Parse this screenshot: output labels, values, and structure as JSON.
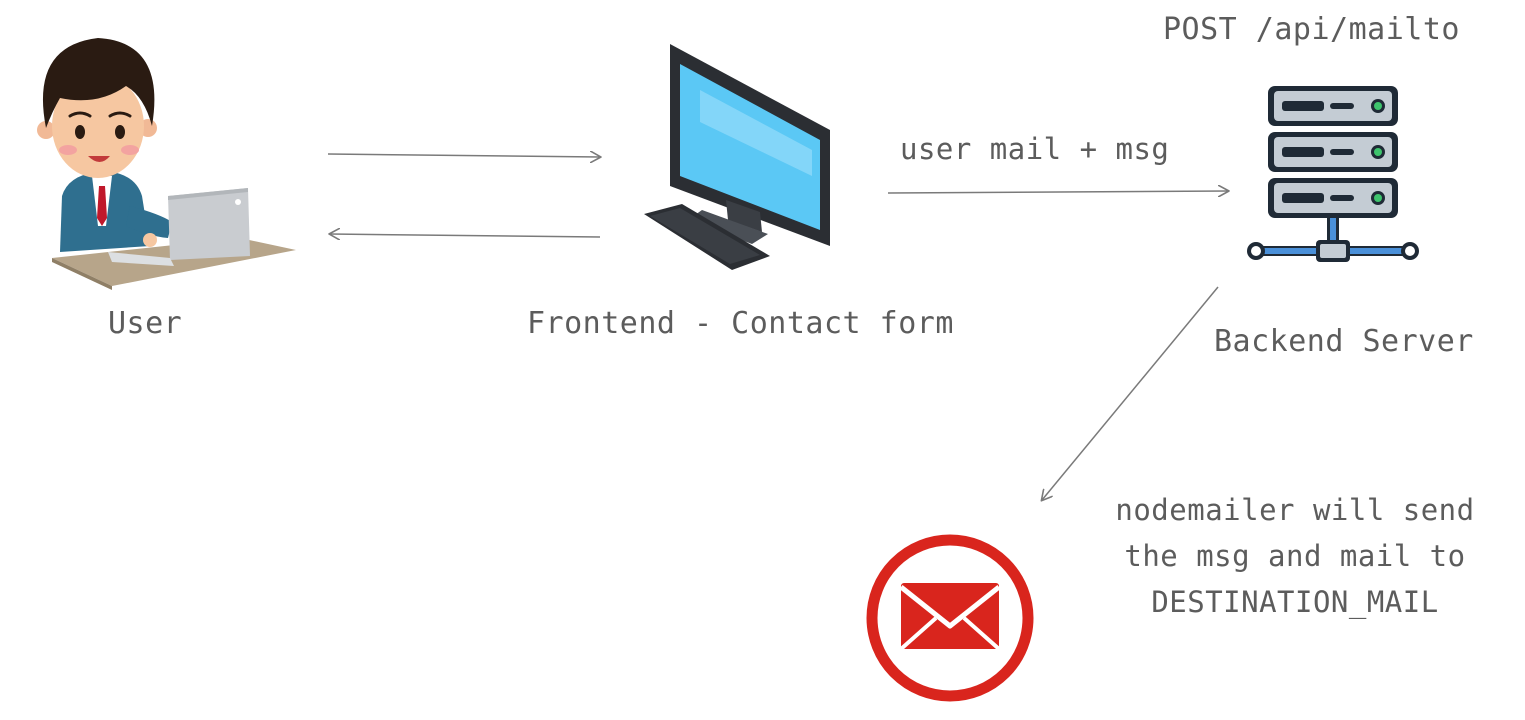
{
  "nodes": {
    "user": {
      "label": "User",
      "icon": "user-at-laptop-icon"
    },
    "frontend": {
      "label": "Frontend - Contact form",
      "icon": "desktop-monitor-icon"
    },
    "backend": {
      "label": "Backend Server",
      "icon": "server-rack-icon"
    },
    "mail": {
      "icon": "mail-envelope-icon"
    }
  },
  "annotations": {
    "endpoint": "POST /api/mailto",
    "request_edge": "user mail + msg",
    "mail_note": [
      "nodemailer will send",
      "the msg and mail to",
      "DESTINATION_MAIL"
    ]
  },
  "colors": {
    "text": "#5c5c5c",
    "arrow": "#7a7a7a",
    "screen": "#5bc8f5",
    "mail_red": "#d9251d",
    "server_body": "#1f2a36",
    "network_blue": "#4a90d9"
  }
}
